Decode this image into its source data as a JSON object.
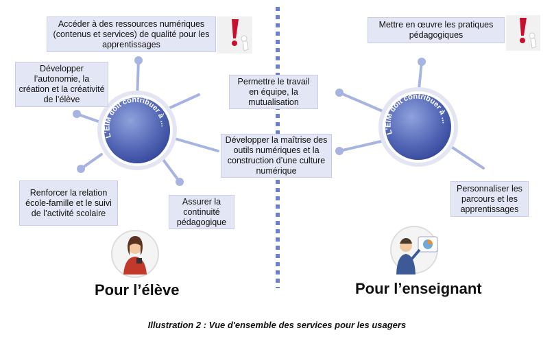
{
  "center_label": "L'EIM doit contribuer à ...",
  "left": {
    "heading": "Pour l’élève",
    "boxes": {
      "top": "Accéder à des ressources numériques (contenus et services) de qualité pour les apprentissages",
      "upper_left": "Développer l’autonomie, la création et la créativité de l’élève",
      "lower_left": "Renforcer la relation école-famille et le suivi de l’activité scolaire",
      "bottom": "Assurer la continuité pédagogique"
    }
  },
  "middle": {
    "upper": "Permettre le travail en équipe, la mutualisation",
    "lower": "Développer la maîtrise des outils numériques et la construction d’une culture numérique"
  },
  "right": {
    "heading": "Pour l’enseignant",
    "boxes": {
      "top": "Mettre en œuvre  les pratiques pédagogiques",
      "bottom": "Personnaliser les parcours et les apprentissages"
    }
  },
  "caption": "Illustration 2 : Vue d'ensemble des services pour les usagers",
  "colors": {
    "circle_dark": "#3c51a6",
    "circle_light": "#7e92d2",
    "spoke": "#a7b4e2",
    "divider": "#6f7fd0",
    "box_fill": "#e3e6f4",
    "exclamation": "#c8102e"
  },
  "icons": [
    "exclamation-figure-icon",
    "student-icon",
    "teacher-icon"
  ]
}
